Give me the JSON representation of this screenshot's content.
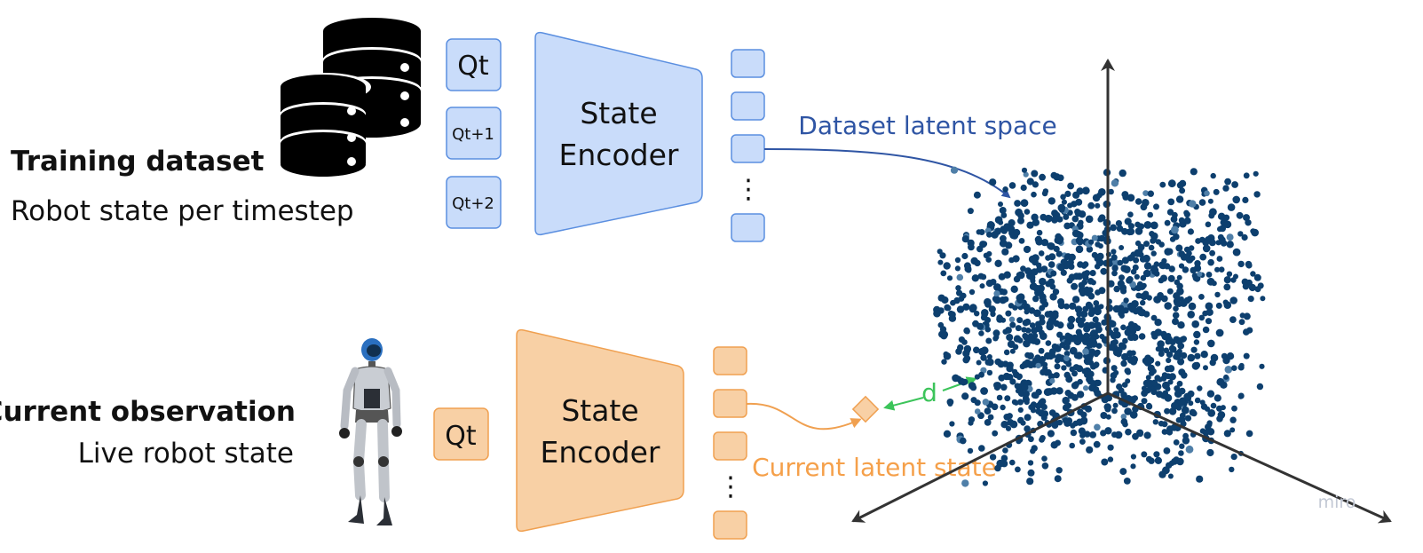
{
  "training": {
    "title": "Training dataset",
    "subtitle": "Robot state per timestep",
    "inputs": [
      "Qt",
      "Qt+1",
      "Qt+2"
    ],
    "encoder_line1": "State",
    "encoder_line2": "Encoder",
    "arrow_label": "Dataset latent space",
    "ellipsis": "⋮"
  },
  "current": {
    "title": "Current observation",
    "subtitle": "Live robot state",
    "input": "Qt",
    "encoder_line1": "State",
    "encoder_line2": "Encoder",
    "arrow_label": "Current latent state",
    "distance_label": "d",
    "ellipsis": "⋮"
  },
  "watermark": "miro",
  "colors": {
    "blue_fill": "#c9dcfa",
    "blue_stroke": "#5b8fe0",
    "blue_text": "#2f55a4",
    "orange_fill": "#f8d0a5",
    "orange_stroke": "#f0a050",
    "orange_text": "#f5a04a",
    "green": "#3cc45a",
    "dot": "#0d3f6e",
    "axis": "#333333"
  },
  "icons": {
    "database": "database-icon",
    "robot": "humanoid-robot-icon"
  }
}
